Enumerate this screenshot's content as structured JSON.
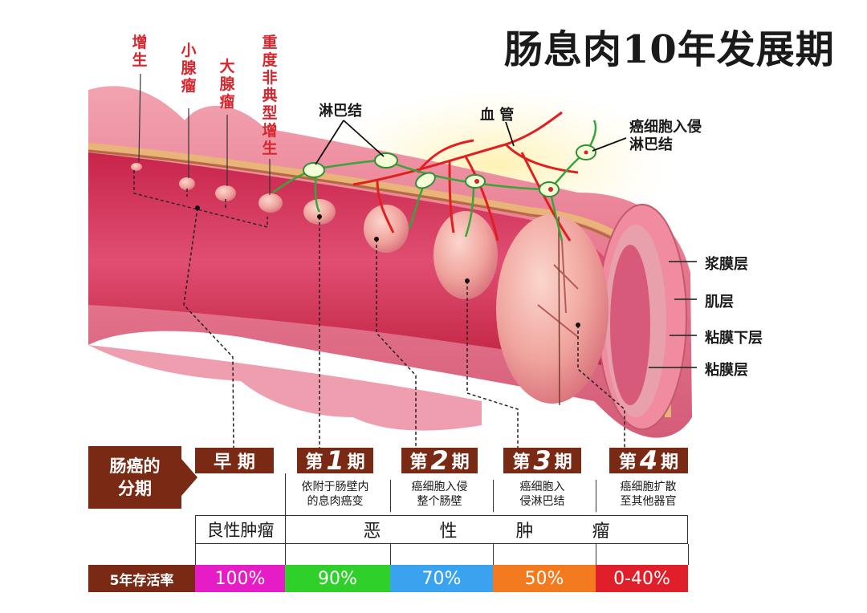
{
  "title": "肠息肉10年发展期",
  "stage_labels": [
    "增生",
    "小腺瘤",
    "大腺瘤",
    "重度非典型增生"
  ],
  "annotations": {
    "lymph_node": "淋巴结",
    "blood_vessel": "血 管",
    "cancer_invade_lymph": "癌细胞入侵\n淋巴结"
  },
  "layers": [
    "浆膜层",
    "肌层",
    "粘膜下层",
    "粘膜层"
  ],
  "staging": {
    "header": "肠癌的\n分期",
    "periods": [
      {
        "label": "早  期",
        "num": "",
        "desc": ""
      },
      {
        "label_pre": "第",
        "num": "1",
        "label_post": "期",
        "desc": "依附于肠壁内\n的息肉癌变"
      },
      {
        "label_pre": "第",
        "num": "2",
        "label_post": "期",
        "desc": "癌细胞入侵\n整个肠壁"
      },
      {
        "label_pre": "第",
        "num": "3",
        "label_post": "期",
        "desc": "癌细胞入\n侵淋巴结"
      },
      {
        "label_pre": "第",
        "num": "4",
        "label_post": "期",
        "desc": "癌细胞扩散\n至其他器官"
      }
    ],
    "benign": "良性肿瘤",
    "malignant": [
      "恶",
      "性",
      "肿",
      "瘤"
    ]
  },
  "survival": {
    "label": "5年存活率",
    "rates": [
      "100%",
      "90%",
      "70%",
      "50%",
      "0-40%"
    ],
    "colors": [
      "#e61cc6",
      "#2fd02a",
      "#3aa3f0",
      "#f47a20",
      "#e01f2a"
    ]
  }
}
